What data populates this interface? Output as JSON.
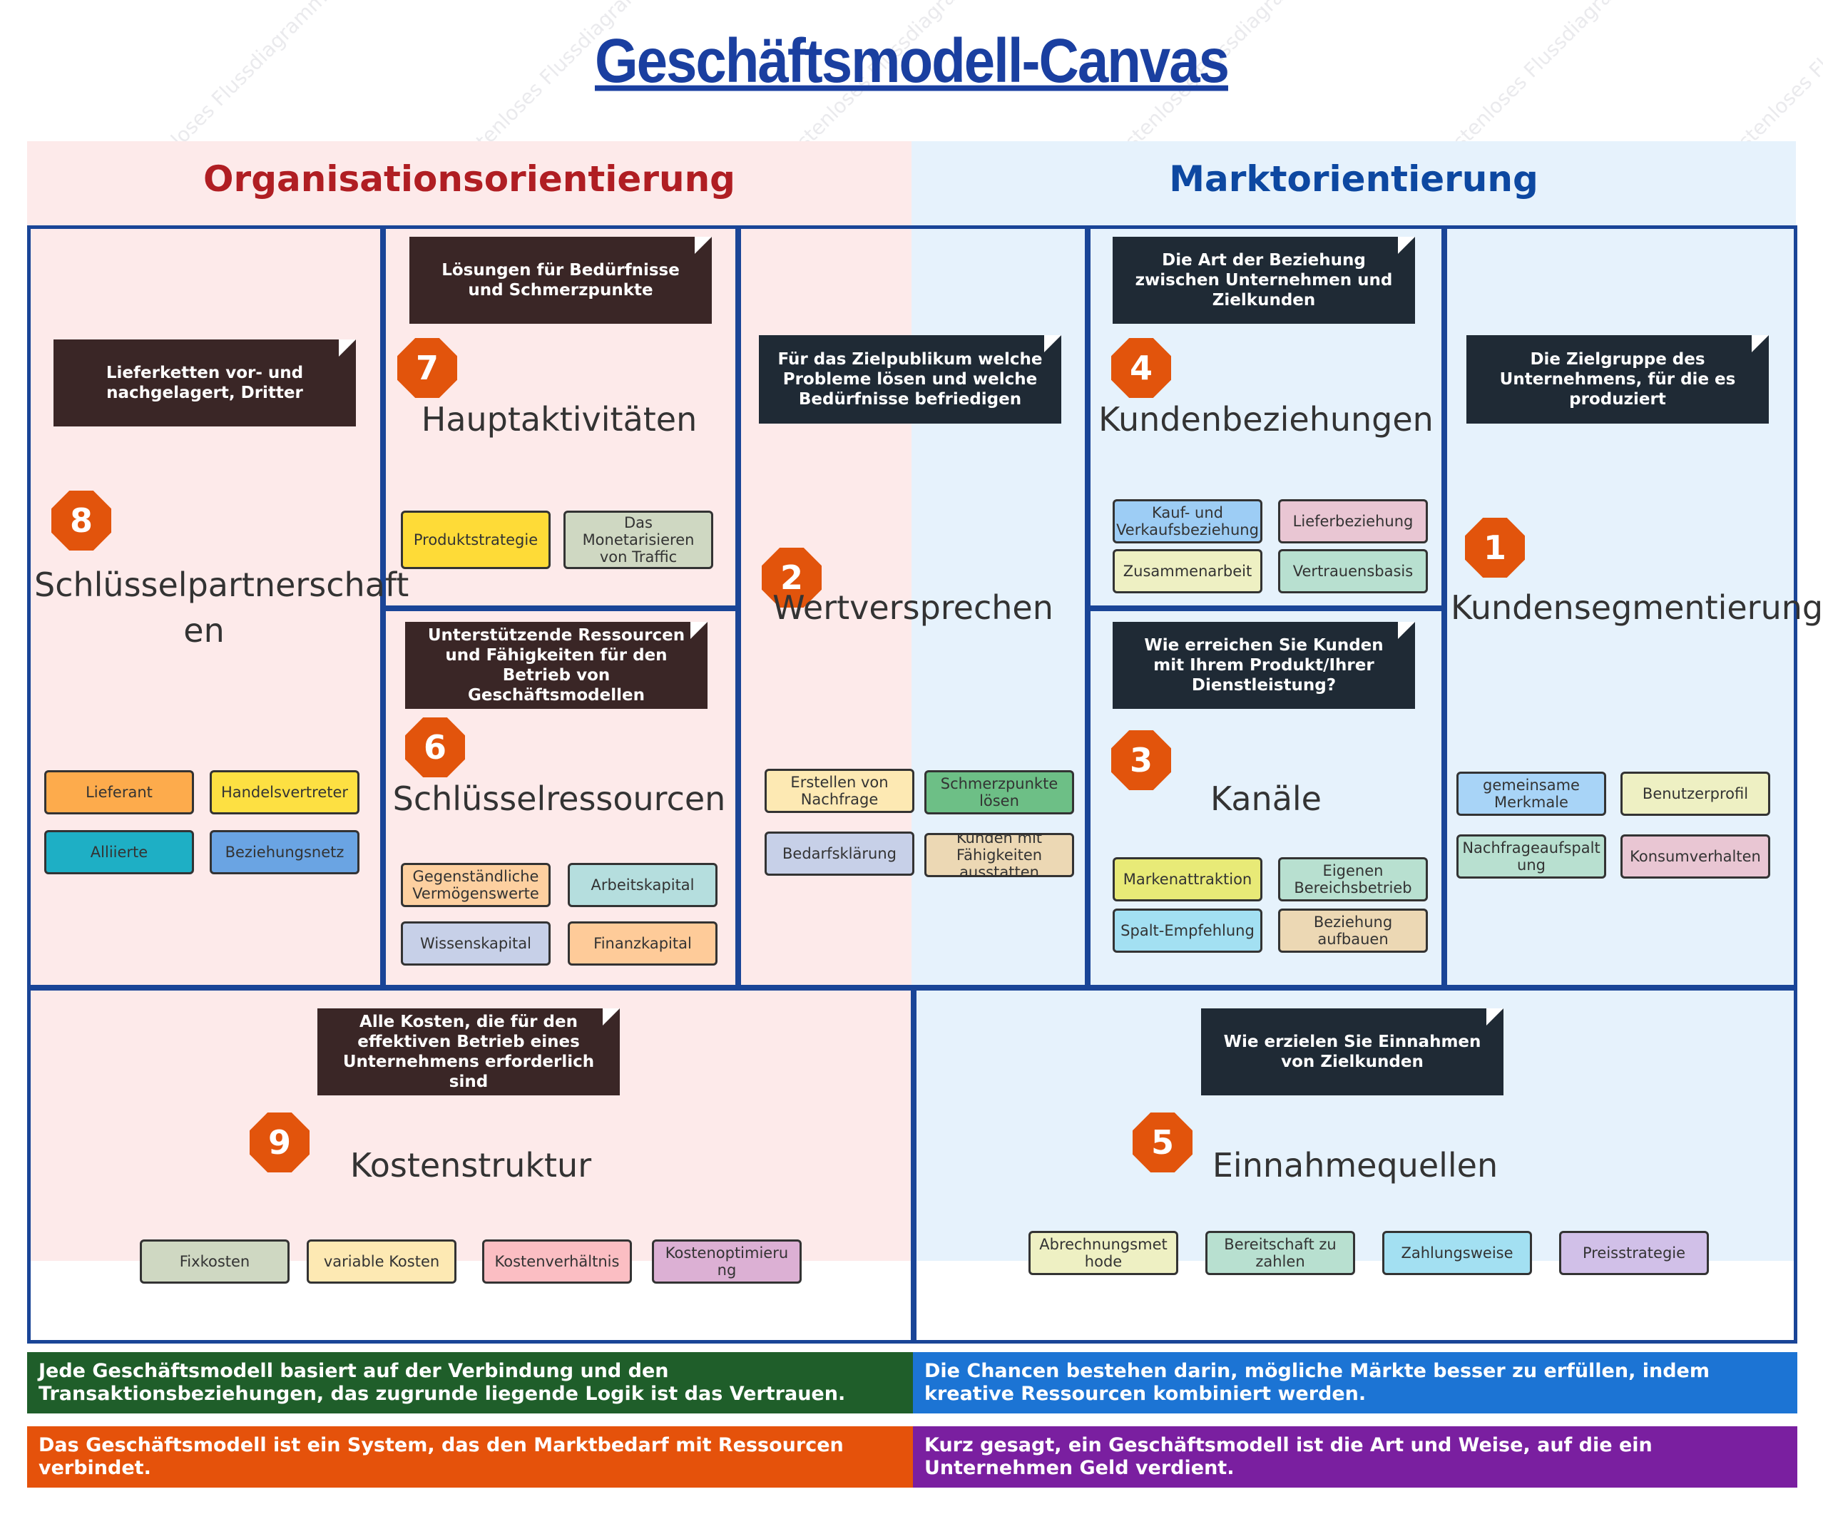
{
  "title": "Geschäftsmodell-Canvas",
  "sections": {
    "left": "Organisationsorientierung",
    "right": "Marktorientierung"
  },
  "watermark": "ProcessOn.io Kostenloses Flussdiagramm",
  "blocks": {
    "partners": {
      "number": "8",
      "title": "Schlüsselpartnerschaft en",
      "note": "Lieferketten vor- und nachgelagert, Dritter",
      "items": [
        "Lieferant",
        "Handelsvertreter",
        "Alliierte",
        "Beziehungsnetz"
      ]
    },
    "activities": {
      "number": "7",
      "title": "Hauptaktivitäten",
      "note": "Lösungen für Bedürfnisse und Schmerzpunkte",
      "items": [
        "Produktstrategie",
        "Das Monetarisieren von Traffic"
      ]
    },
    "resources": {
      "number": "6",
      "title": "Schlüsselressourcen",
      "note": "Unterstützende Ressourcen und Fähigkeiten für den Betrieb von Geschäftsmodellen",
      "items": [
        "Gegenständliche Vermögenswerte",
        "Arbeitskapital",
        "Wissenskapital",
        "Finanzkapital"
      ]
    },
    "value": {
      "number": "2",
      "title": "Wertversprechen",
      "note": "Für das Zielpublikum welche Probleme lösen und welche Bedürfnisse befriedigen",
      "items": [
        "Erstellen von Nachfrage",
        "Schmerzpunkte lösen",
        "Bedarfsklärung",
        "Kunden mit Fähigkeiten ausstatten"
      ]
    },
    "relations": {
      "number": "4",
      "title": "Kundenbeziehungen",
      "note": "Die Art der Beziehung zwischen Unternehmen und Zielkunden",
      "items": [
        "Kauf- und Verkaufsbeziehung",
        "Lieferbeziehung",
        "Zusammenarbeit",
        "Vertrauensbasis"
      ]
    },
    "channels": {
      "number": "3",
      "title": "Kanäle",
      "note": "Wie erreichen Sie Kunden mit Ihrem Produkt/Ihrer Dienstleistung?",
      "items": [
        "Markenattraktion",
        "Eigenen Bereichsbetrieb",
        "Spalt-Empfehlung",
        "Beziehung aufbauen"
      ]
    },
    "segments": {
      "number": "1",
      "title": "Kundensegmentierung",
      "note": "Die Zielgruppe des Unternehmens, für die es produziert",
      "items": [
        "gemeinsame Merkmale",
        "Benutzerprofil",
        "Nachfrageaufspalt ung",
        "Konsumverhalten"
      ]
    },
    "costs": {
      "number": "9",
      "title": "Kostenstruktur",
      "note": "Alle Kosten, die für den effektiven Betrieb eines Unternehmens erforderlich sind",
      "items": [
        "Fixkosten",
        "variable Kosten",
        "Kostenverhältnis",
        "Kostenoptimieru ng"
      ]
    },
    "revenue": {
      "number": "5",
      "title": "Einnahmequellen",
      "note": "Wie erzielen Sie Einnahmen von Zielkunden",
      "items": [
        "Abrechnungsmet hode",
        "Bereitschaft zu zahlen",
        "Zahlungsweise",
        "Preisstrategie"
      ]
    }
  },
  "banners": [
    "Jede Geschäftsmodell basiert auf der Verbindung und den Transaktionsbeziehungen, das zugrunde liegende Logik ist das Vertrauen.",
    "Die Chancen bestehen darin, mögliche Märkte besser zu erfüllen, indem kreative Ressourcen kombiniert werden.",
    "Das Geschäftsmodell ist ein System, das den Marktbedarf mit Ressourcen verbindet.",
    "Kurz gesagt, ein Geschäftsmodell ist die Art und Weise, auf die ein Unternehmen Geld verdient."
  ],
  "colors": {
    "title": "#1a3fa0",
    "org": "#b01e23",
    "market": "#0d48a1",
    "border": "#1a4597",
    "badge": "#e2540c",
    "banner_green": "#1f5e2a",
    "banner_blue": "#1c74d4",
    "banner_orange": "#e5520b",
    "banner_purple": "#7a1fa0"
  }
}
